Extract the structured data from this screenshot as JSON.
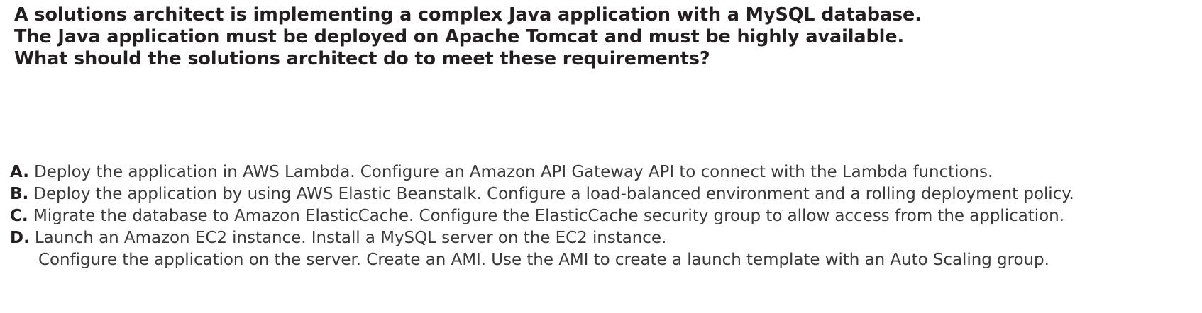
{
  "document": {
    "type": "exam-question",
    "background_color": "#ffffff",
    "text_color": "#231f20",
    "option_text_color": "#3a3a3a"
  },
  "question": {
    "lines": [
      "A solutions architect is implementing a complex Java application with a MySQL database.",
      "The Java application must be deployed on Apache Tomcat and must be highly available.",
      "What should the solutions architect do to meet these requirements?"
    ]
  },
  "options": [
    {
      "letter": "A.",
      "text": "Deploy the application in AWS Lambda. Configure an Amazon API Gateway API to connect with the Lambda functions.",
      "wrapped_line": ""
    },
    {
      "letter": "B.",
      "text": "Deploy the application by using AWS Elastic Beanstalk. Configure a load-balanced environment and a rolling deployment policy.",
      "wrapped_line": ""
    },
    {
      "letter": "C.",
      "text": "Migrate the database to Amazon ElasticCache. Configure the ElasticCache security group to allow access from the application.",
      "wrapped_line": ""
    },
    {
      "letter": "D.",
      "text": "Launch an Amazon EC2 instance. Install a MySQL server on the EC2 instance.",
      "wrapped_line": "Configure the application on the server. Create an AMI. Use the AMI to create a launch template with an Auto Scaling group."
    }
  ]
}
